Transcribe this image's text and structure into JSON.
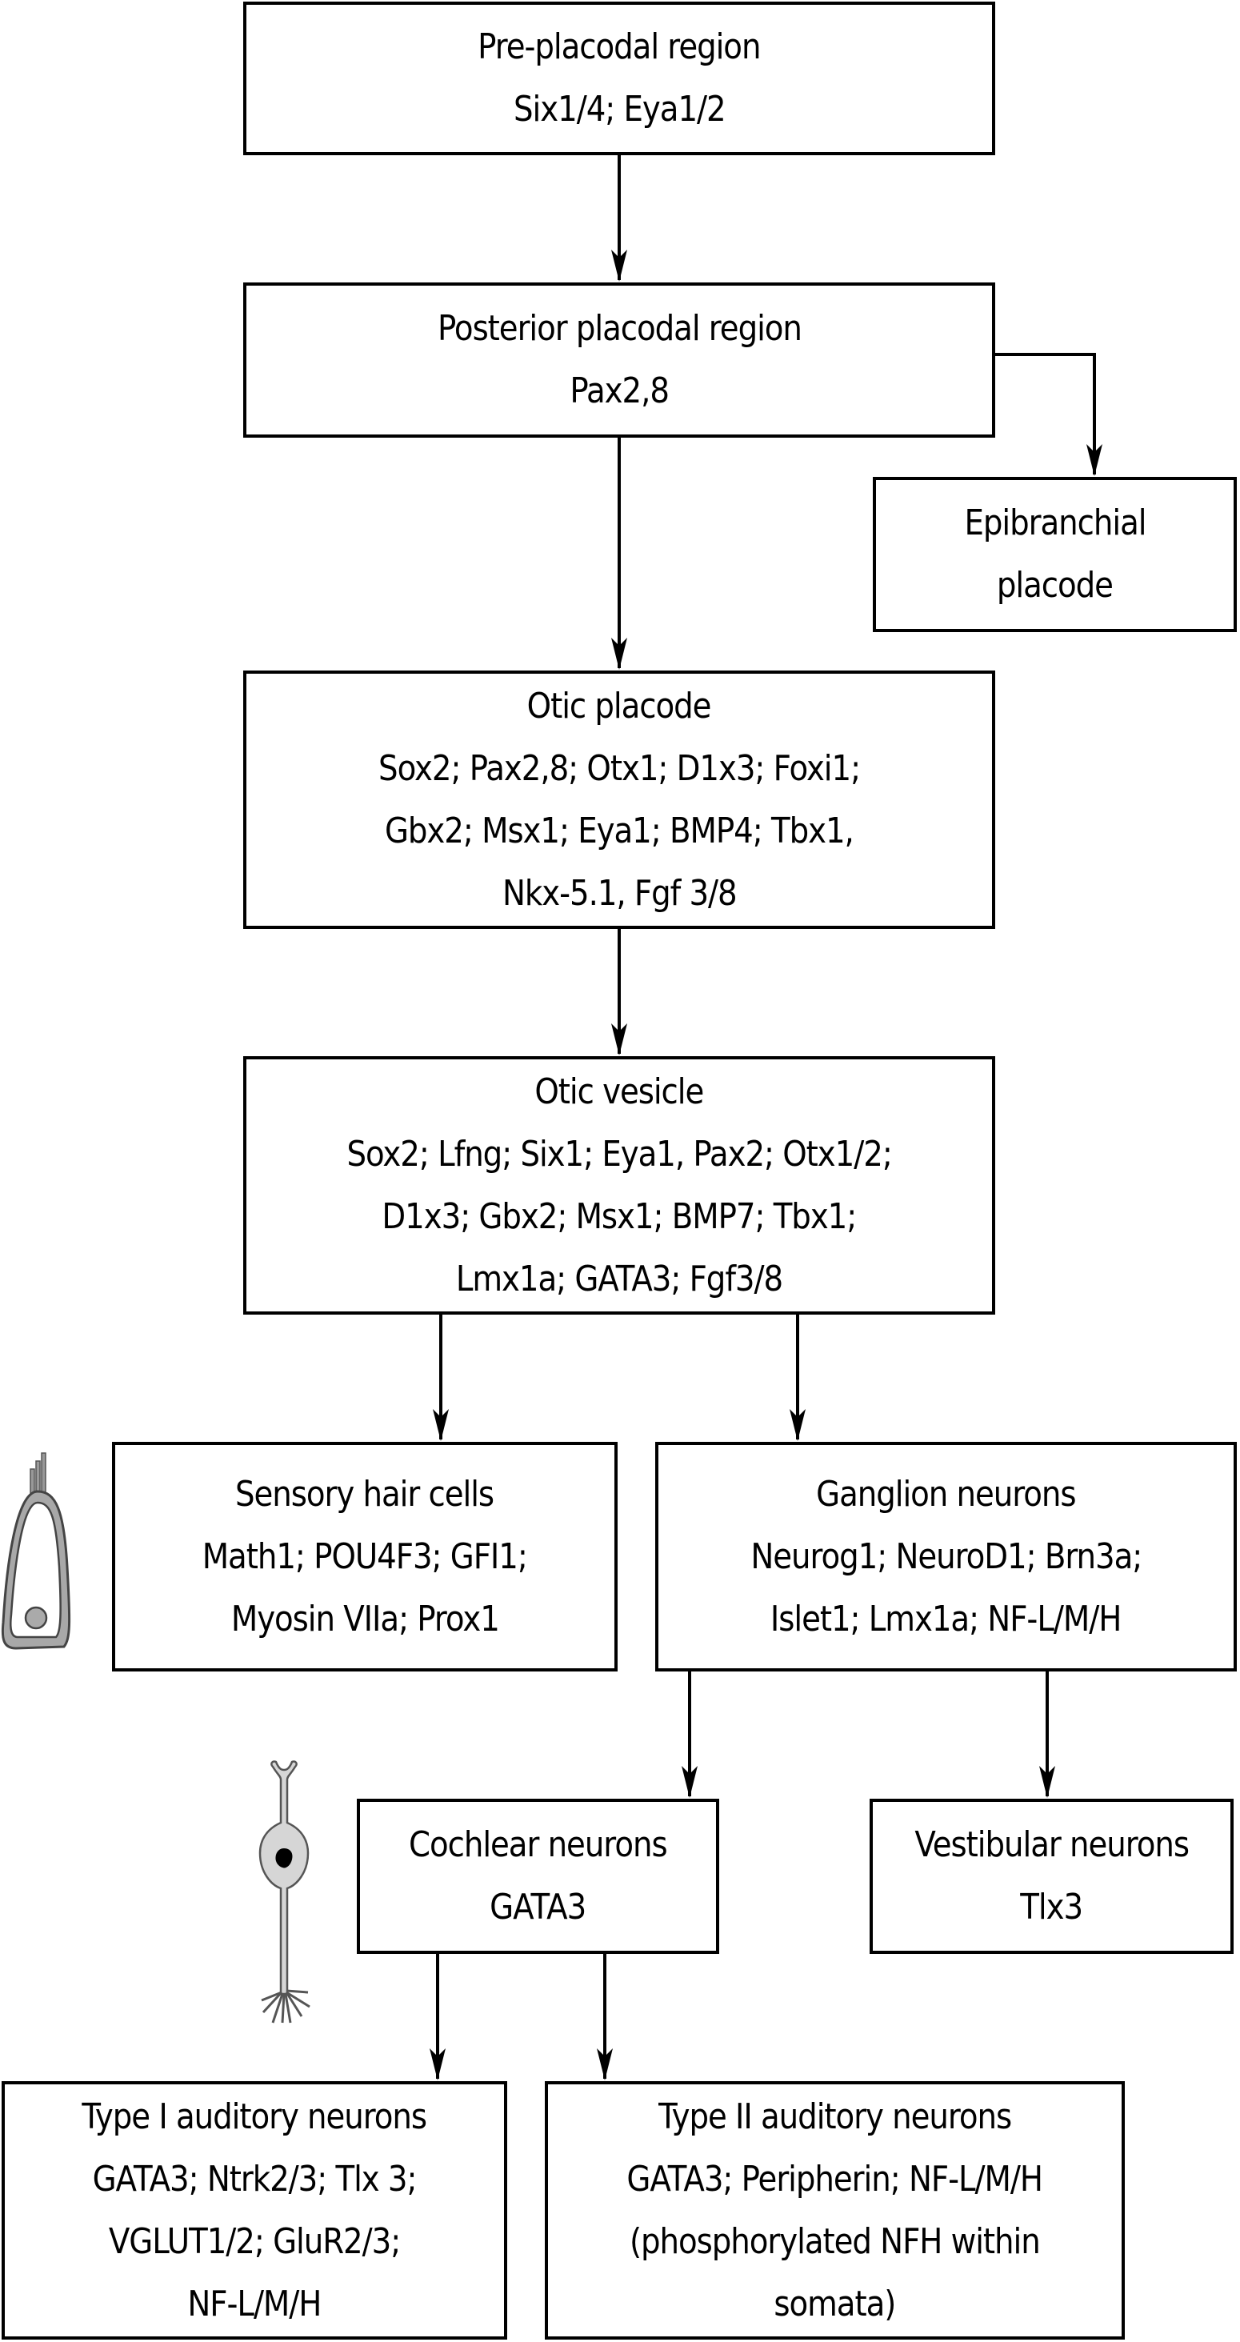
{
  "diagram": {
    "nodes": {
      "pre_placodal": {
        "title": "Pre-placodal region",
        "lines": [
          "Six1/4; Eya1/2"
        ]
      },
      "posterior_placodal": {
        "title": "Posterior placodal region",
        "lines": [
          "Pax2,8"
        ]
      },
      "epibranchial": {
        "title": "Epibranchial",
        "lines": [
          "placode"
        ]
      },
      "otic_placode": {
        "title": "Otic placode",
        "lines": [
          "Sox2; Pax2,8; Otx1; D1x3; Foxi1;",
          "Gbx2; Msx1; Eya1; BMP4; Tbx1,",
          "Nkx-5.1, Fgf 3/8"
        ]
      },
      "otic_vesicle": {
        "title": "Otic vesicle",
        "lines": [
          "Sox2; Lfng; Six1; Eya1, Pax2; Otx1/2;",
          "D1x3; Gbx2; Msx1; BMP7; Tbx1;",
          "Lmx1a; GATA3; Fgf3/8"
        ]
      },
      "hair_cells": {
        "title": "Sensory hair cells",
        "lines": [
          "Math1; POU4F3; GFI1;",
          "Myosin VIIa; Prox1"
        ]
      },
      "ganglion": {
        "title": "Ganglion neurons",
        "lines": [
          "Neurog1; NeuroD1; Brn3a;",
          "Islet1; Lmx1a; NF-L/M/H"
        ]
      },
      "cochlear": {
        "title": "Cochlear neurons",
        "lines": [
          "GATA3"
        ]
      },
      "vestibular": {
        "title": "Vestibular neurons",
        "lines": [
          "Tlx3"
        ]
      },
      "type1": {
        "title": "Type I auditory neurons",
        "lines": [
          "GATA3; Ntrk2/3; Tlx 3;",
          "VGLUT1/2; GluR2/3;",
          "NF-L/M/H"
        ]
      },
      "type2": {
        "title": "Type II auditory neurons",
        "lines": [
          "GATA3; Peripherin; NF-L/M/H",
          "(phosphorylated NFH within",
          "somata)"
        ]
      }
    },
    "edges": [
      [
        "pre_placodal",
        "posterior_placodal"
      ],
      [
        "posterior_placodal",
        "epibranchial"
      ],
      [
        "posterior_placodal",
        "otic_placode"
      ],
      [
        "otic_placode",
        "otic_vesicle"
      ],
      [
        "otic_vesicle",
        "hair_cells"
      ],
      [
        "otic_vesicle",
        "ganglion"
      ],
      [
        "ganglion",
        "cochlear"
      ],
      [
        "ganglion",
        "vestibular"
      ],
      [
        "cochlear",
        "type1"
      ],
      [
        "cochlear",
        "type2"
      ]
    ],
    "icons": [
      "hair-cell-icon",
      "neuron-icon"
    ]
  }
}
